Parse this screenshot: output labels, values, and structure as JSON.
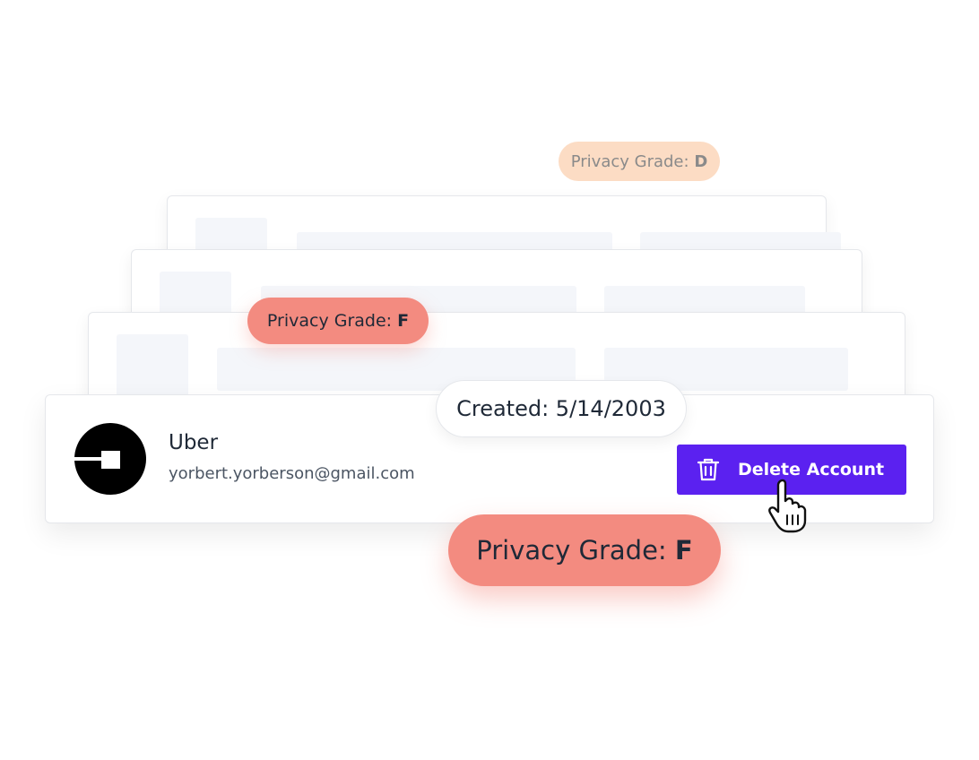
{
  "grades": {
    "top": {
      "label": "Privacy Grade: ",
      "value": "D"
    },
    "middle": {
      "label": "Privacy Grade: ",
      "value": "F"
    },
    "bottom": {
      "label": "Privacy Grade: ",
      "value": "F"
    }
  },
  "account": {
    "name": "Uber",
    "email": "yorbert.yorberson@gmail.com",
    "created": "Created: 5/14/2003",
    "logo_icon": "uber-logo-icon"
  },
  "actions": {
    "delete_label": "Delete Account",
    "delete_icon": "trash-icon"
  },
  "colors": {
    "accent": "#5b21f0",
    "grade_f": "#f38b80",
    "grade_d": "#fcdcc4"
  }
}
